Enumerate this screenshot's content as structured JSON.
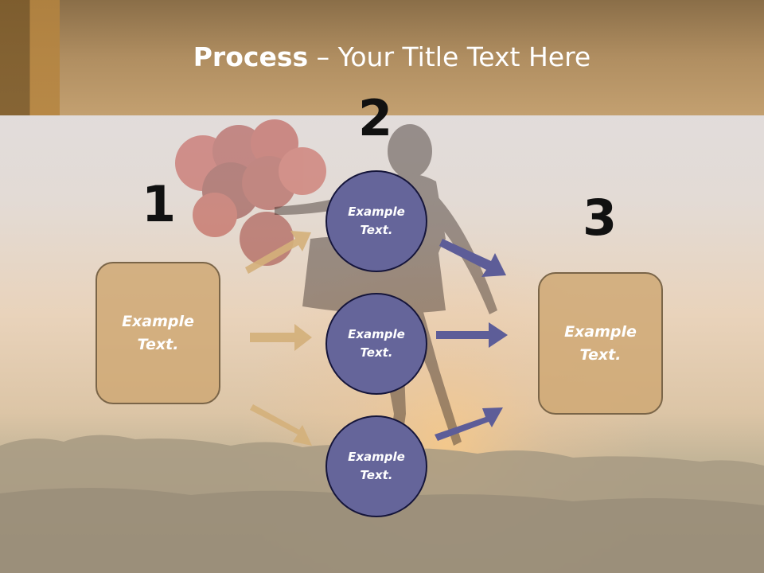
{
  "slide": {
    "title_bold": "Process",
    "title_rest": " – Your Title Text Here"
  },
  "numbers": {
    "step1": "1",
    "step2": "2",
    "step3": "3"
  },
  "left_box": {
    "text": "Example\nText."
  },
  "right_box": {
    "text": "Example\nText."
  },
  "circles": [
    {
      "text": "Example\nText."
    },
    {
      "text": "Example\nText."
    },
    {
      "text": "Example\nText."
    }
  ],
  "colors": {
    "box_fill": "#cea773",
    "circle_fill": "#65659a",
    "arrow_tan": "#d4b07a",
    "arrow_purple": "#5d5d98",
    "header": "#b08e61"
  }
}
